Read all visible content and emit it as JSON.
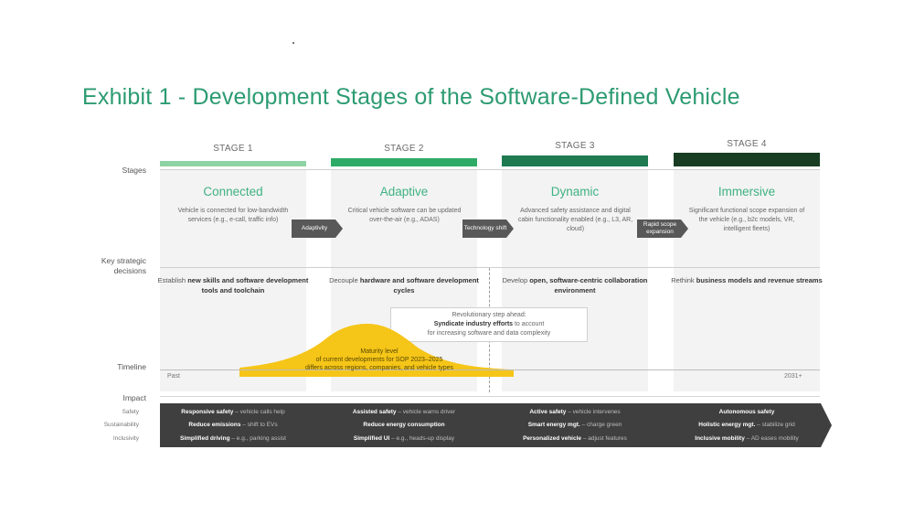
{
  "title": "Exhibit 1 - Development Stages of the Software-Defined Vehicle",
  "colors": {
    "title": "#2c9b72",
    "stage_bars": [
      "#8ed3a3",
      "#2fab68",
      "#1f7a52",
      "#183d22"
    ],
    "stage_name": "#3fb184",
    "maturity": "#f5c518",
    "impact_band": "#3f3f3f"
  },
  "row_labels": {
    "stages": "Stages",
    "key_decisions": "Key strategic decisions",
    "timeline": "Timeline",
    "impact": "Impact"
  },
  "stages": [
    {
      "label": "STAGE 1",
      "name": "Connected",
      "desc": "Vehicle is connected for low-bandwidth services (e.g., e-call, traffic info)",
      "decision_pre": "Establish ",
      "decision_bold": "new skills and software development tools and toolchain",
      "decision_post": ""
    },
    {
      "label": "STAGE 2",
      "name": "Adaptive",
      "desc": "Critical vehicle software can be updated over-the-air (e.g., ADAS)",
      "decision_pre": "Decouple ",
      "decision_bold": "hardware and software development cycles",
      "decision_post": ""
    },
    {
      "label": "STAGE 3",
      "name": "Dynamic",
      "desc": "Advanced safety assistance and digital cabin functionality enabled (e.g., L3, AR, cloud)",
      "decision_pre": "Develop ",
      "decision_bold": "open, software-centric collaboration environment",
      "decision_post": ""
    },
    {
      "label": "STAGE 4",
      "name": "Immersive",
      "desc": "Significant functional scope expansion of the vehicle (e.g., b2c models, VR, intelligent fleets)",
      "decision_pre": "Rethink ",
      "decision_bold": "business models and revenue streams",
      "decision_post": ""
    }
  ],
  "transitions": [
    "Adaptivity",
    "Technology shift",
    "Rapid scope expansion"
  ],
  "revolution": {
    "line1": "Revolutionary step ahead:",
    "bold": "Syndicate industry efforts",
    "line2_rest": " to account",
    "line3": "for increasing software and data complexity"
  },
  "maturity": {
    "line1": "Maturity level",
    "line2": "of current developments for SOP 2023–2025",
    "line3": "differs across regions, companies, and vehicle types"
  },
  "timeline": {
    "start": "Past",
    "end": "2031+"
  },
  "impact_rows": [
    {
      "label": "Safety",
      "cells": [
        {
          "bold": "Responsive safety",
          "rest": " – vehicle calls help"
        },
        {
          "bold": "Assisted safety",
          "rest": " – vehicle warns driver"
        },
        {
          "bold": "Active safety",
          "rest": " – vehicle intervenes"
        },
        {
          "bold": "Autonomous safety",
          "rest": ""
        }
      ]
    },
    {
      "label": "Sustainability",
      "cells": [
        {
          "bold": "Reduce emissions",
          "rest": " – shift to EVs"
        },
        {
          "bold": "Reduce energy consumption",
          "rest": ""
        },
        {
          "bold": "Smart energy mgt.",
          "rest": " – charge green"
        },
        {
          "bold": "Holistic energy mgt.",
          "rest": " – stabilize grid"
        }
      ]
    },
    {
      "label": "Inclusivity",
      "cells": [
        {
          "bold": "Simplified driving",
          "rest": " – e.g., parking assist"
        },
        {
          "bold": "Simplified UI",
          "rest": " – e.g., heads-up display"
        },
        {
          "bold": "Personalized vehicle",
          "rest": " – adjust features"
        },
        {
          "bold": "Inclusive mobility",
          "rest": " – AD eases mobility"
        }
      ]
    }
  ]
}
